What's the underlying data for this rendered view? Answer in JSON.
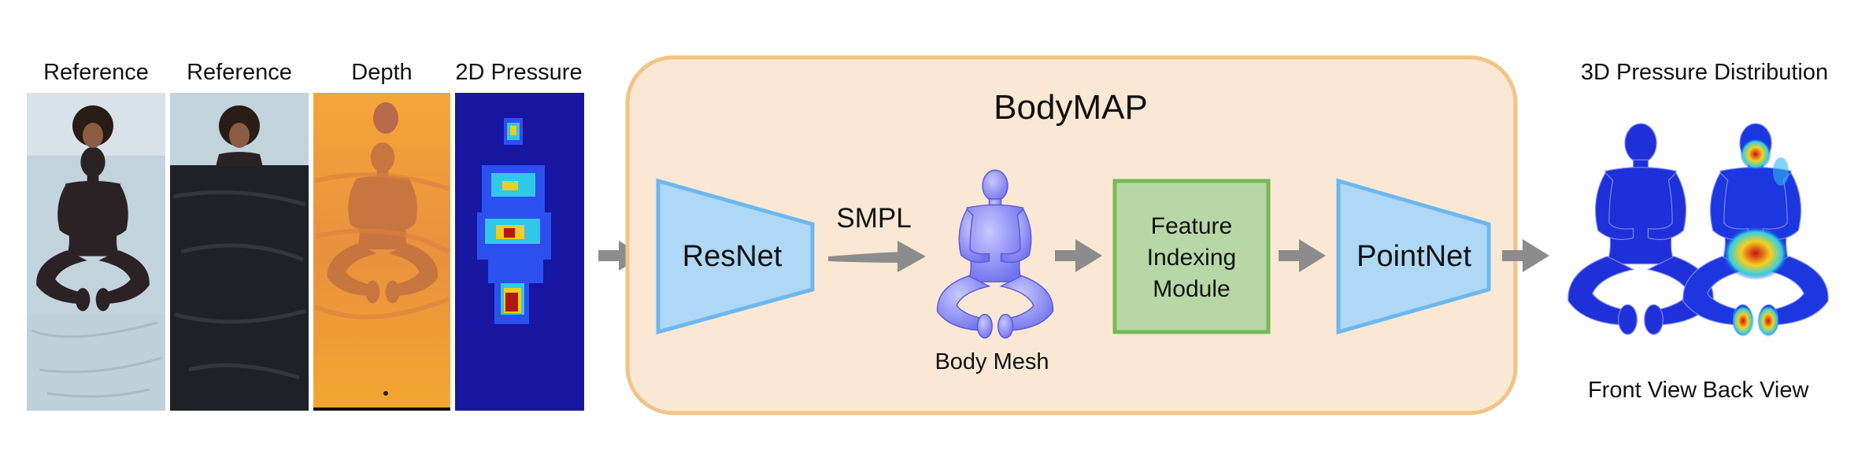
{
  "inputs": {
    "reference_1": "Reference",
    "reference_2": "Reference",
    "depth": "Depth",
    "pressure_2d": "2D Pressure"
  },
  "bodymap": {
    "title": "BodyMAP",
    "resnet": "ResNet",
    "smpl": "SMPL",
    "body_mesh": "Body Mesh",
    "feature_module": [
      "Feature",
      "Indexing",
      "Module"
    ],
    "pointnet": "PointNet"
  },
  "output": {
    "title": "3D Pressure Distribution",
    "front_view": "Front View",
    "back_view": "Back View"
  },
  "colors": {
    "bodymap_fill": "#fae8d4",
    "bodymap_border": "#f2c484",
    "network_fill": "#aed8f6",
    "network_border": "#6cb8ee",
    "module_fill": "#b7d8a6",
    "module_border": "#74bb56",
    "arrow": "#8c8c8c",
    "mesh": "#8c8cff",
    "pressure_blue": "#1a1aa8"
  }
}
